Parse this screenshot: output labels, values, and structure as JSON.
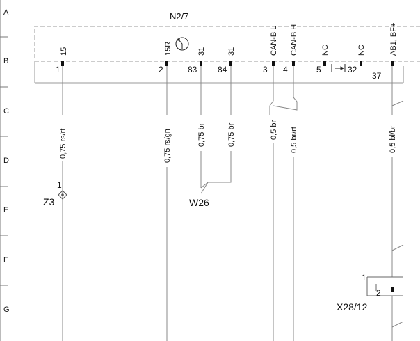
{
  "rows": [
    "A",
    "B",
    "C",
    "D",
    "E",
    "F",
    "G"
  ],
  "module": {
    "name": "N2/7",
    "pins": [
      {
        "name": "15",
        "num": "1"
      },
      {
        "name": "15R",
        "num": "2"
      },
      {
        "name": "31",
        "num": "83"
      },
      {
        "name": "31",
        "num": "84"
      },
      {
        "name": "CAN-B L",
        "num": "3"
      },
      {
        "name": "CAN-B H",
        "num": "4"
      },
      {
        "name": "NC",
        "num": "5"
      },
      {
        "name": "NC",
        "num": "32"
      },
      {
        "name": "AB1, BF+",
        "num": "37"
      }
    ]
  },
  "wires": [
    {
      "label": "0,75 rs/rt"
    },
    {
      "label": "0,75 rs/gn"
    },
    {
      "label": "0,75 br"
    },
    {
      "label": "0,75 br"
    },
    {
      "label": "0,5 br"
    },
    {
      "label": "0,5 br/rt"
    },
    {
      "label": "0,5 bl/br"
    }
  ],
  "components": {
    "z3": {
      "name": "Z3",
      "pin": "1"
    },
    "w26": {
      "name": "W26"
    },
    "x28": {
      "name": "X28/12",
      "pin1": "1",
      "pin2": "2"
    }
  }
}
